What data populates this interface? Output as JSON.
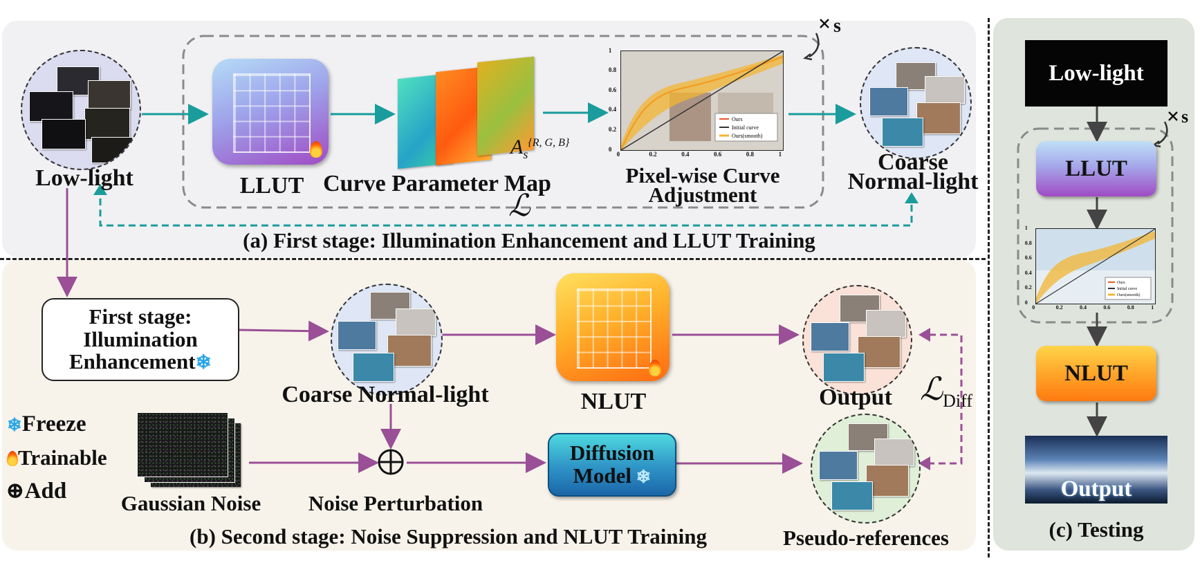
{
  "panel_a": {
    "input_label": "Low-light",
    "llut_label": "LLUT",
    "curve_map_label": "Curve Parameter Map",
    "curve_map_symbol": "A",
    "curve_map_sub": "s",
    "curve_map_sup": "{R, G, B}",
    "adjust_label_1": "Pixel-wise Curve",
    "adjust_label_2": "Adjustment",
    "output_label_1": "Coarse",
    "output_label_2": "Normal-light",
    "loss_symbol": "ℒ",
    "repeat_label": "s",
    "caption": "(a) First stage: Illumination Enhancement and  LLUT Training"
  },
  "plot": {
    "ticks": [
      "0",
      "0.2",
      "0.4",
      "0.6",
      "0.8",
      "1"
    ],
    "legend": [
      "Ours",
      "Initial curve",
      "Ours(smooth)"
    ],
    "legend_colors": [
      "#e8562b",
      "#333333",
      "#f3b531"
    ]
  },
  "panel_b": {
    "stage_box_1": "First stage:",
    "stage_box_2": "Illumination",
    "stage_box_3": "Enhancement",
    "coarse_label": "Coarse Normal-light",
    "nlut_label": "NLUT",
    "output_label": "Output",
    "loss_symbol": "ℒ",
    "loss_sub": "Diff",
    "noise_label": "Gaussian Noise",
    "perturb_label": "Noise Perturbation",
    "diffusion_1": "Diffusion",
    "diffusion_2": "Model",
    "pseudo_label": "Pseudo-references",
    "caption": "(b) Second stage: Noise Suppression and NLUT Training"
  },
  "legend": {
    "freeze": "Freeze",
    "trainable": "Trainable",
    "add": "Add",
    "add_symbol": "⊕"
  },
  "panel_c": {
    "input_label": "Low-light",
    "llut_label": "LLUT",
    "nlut_label": "NLUT",
    "output_label": "Output",
    "repeat_label": "s",
    "caption": "(c) Testing"
  },
  "colors": {
    "teal_arrow": "#1a9c9c",
    "purple_arrow": "#9a4f96",
    "llut_top": "#a9d4f5",
    "llut_bottom": "#a04bc4",
    "nlut_top": "#ffd240",
    "nlut_bottom": "#ff6a10",
    "diffusion_top": "#3fd1d9",
    "diffusion_bottom": "#1b66a8"
  }
}
